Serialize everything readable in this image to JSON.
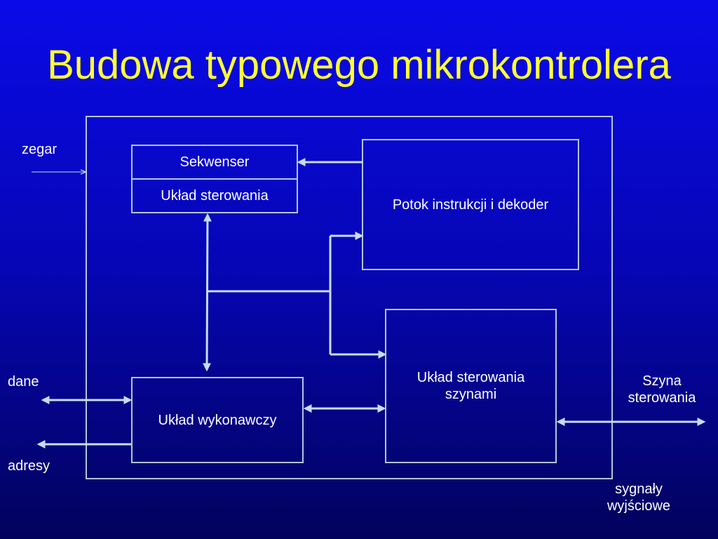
{
  "slide": {
    "title": "Budowa typowego mikrokontrolera"
  },
  "blocks": {
    "sequencer": "Sekwenser",
    "control_unit": "Układ sterowania",
    "instruction_decoder": "Potok instrukcji i dekoder",
    "bus_control": "Układ sterowania szynami",
    "execution_unit": "Układ wykonawczy"
  },
  "signals": {
    "clock": "zegar",
    "data": "dane",
    "addresses": "adresy",
    "control_bus_line1": "Szyna",
    "control_bus_line2": "sterowania",
    "output_signals_line1": "sygnały",
    "output_signals_line2": "wyjściowe"
  },
  "colors": {
    "background_top": "#0a0ae8",
    "background_bottom": "#02025c",
    "title": "#ffff33",
    "box_border": "#b6c4d8",
    "arrow": "#c8dcf0",
    "text": "#ffffff"
  }
}
